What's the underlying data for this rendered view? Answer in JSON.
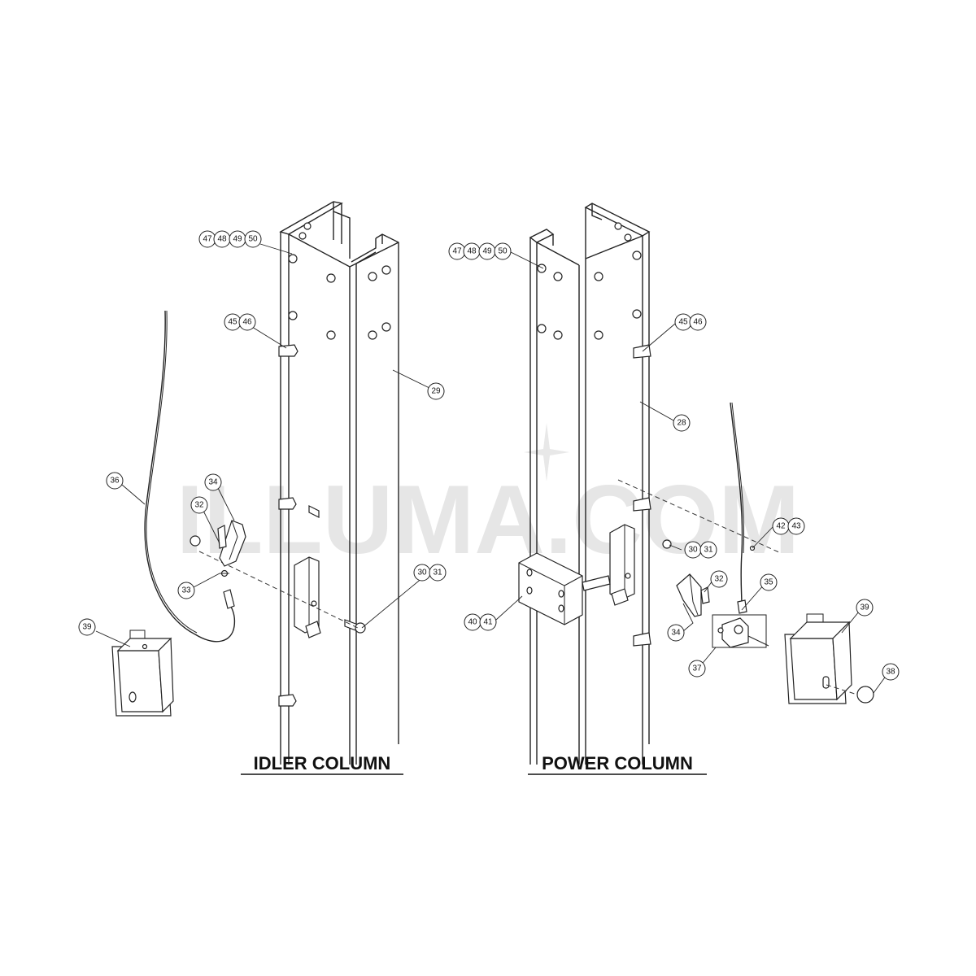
{
  "watermark": "ILLUMA.COM",
  "views": {
    "idler": {
      "title": "IDLER COLUMN"
    },
    "power": {
      "title": "POWER COLUMN"
    }
  },
  "callouts": {
    "idler": {
      "c47": "47",
      "c48": "48",
      "c49": "49",
      "c50": "50",
      "c45": "45",
      "c46": "46",
      "c29": "29",
      "c36": "36",
      "c34": "34",
      "c32": "32",
      "c33": "33",
      "c30": "30",
      "c31": "31",
      "c39": "39"
    },
    "power": {
      "c47": "47",
      "c48": "48",
      "c49": "49",
      "c50": "50",
      "c45": "45",
      "c46": "46",
      "c28": "28",
      "c30": "30",
      "c31": "31",
      "c42": "42",
      "c43": "43",
      "c40": "40",
      "c41": "41",
      "c32": "32",
      "c35": "35",
      "c34": "34",
      "c39": "39",
      "c37": "37",
      "c38": "38"
    }
  },
  "icons": [
    "wire-rope-icon",
    "latch-icon",
    "cover-box-icon",
    "bolt-icon",
    "clip-icon",
    "bracket-icon"
  ]
}
